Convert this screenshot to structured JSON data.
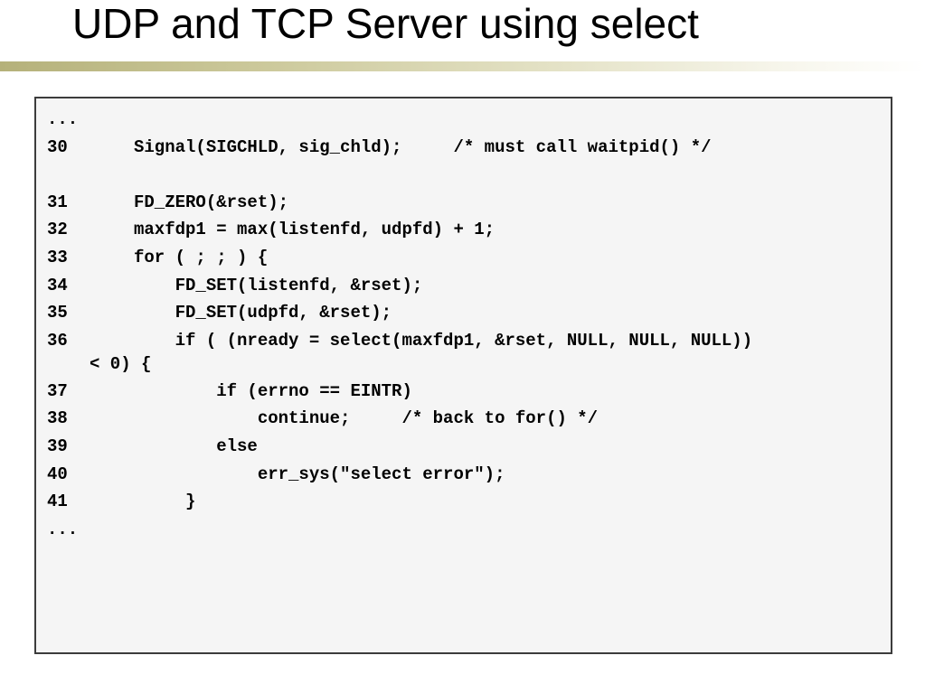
{
  "slide": {
    "title": "UDP and TCP Server using select"
  },
  "code": {
    "ellipsis_top": "...",
    "lines": [
      {
        "num": "30",
        "text": "Signal(SIGCHLD, sig_chld);     /* must call waitpid() */"
      },
      {
        "num": "31",
        "text": "FD_ZERO(&rset);"
      },
      {
        "num": "32",
        "text": "maxfdp1 = max(listenfd, udpfd) + 1;"
      },
      {
        "num": "33",
        "text": "for ( ; ; ) {"
      },
      {
        "num": "34",
        "text": "    FD_SET(listenfd, &rset);"
      },
      {
        "num": "35",
        "text": "    FD_SET(udpfd, &rset);"
      },
      {
        "num": "36",
        "text": "    if ( (nready = select(maxfdp1, &rset, NULL, NULL, NULL))",
        "cont": "< 0) {"
      },
      {
        "num": "37",
        "text": "        if (errno == EINTR)"
      },
      {
        "num": "38",
        "text": "            continue;     /* back to for() */"
      },
      {
        "num": "39",
        "text": "        else"
      },
      {
        "num": "40",
        "text": "            err_sys(\"select error\");"
      },
      {
        "num": "41",
        "text": "     }"
      }
    ],
    "ellipsis_bottom": "..."
  },
  "colors": {
    "panel_background": "#f5f5f5",
    "panel_border": "#3c3c3c",
    "title_rule": "#b5b17a"
  }
}
